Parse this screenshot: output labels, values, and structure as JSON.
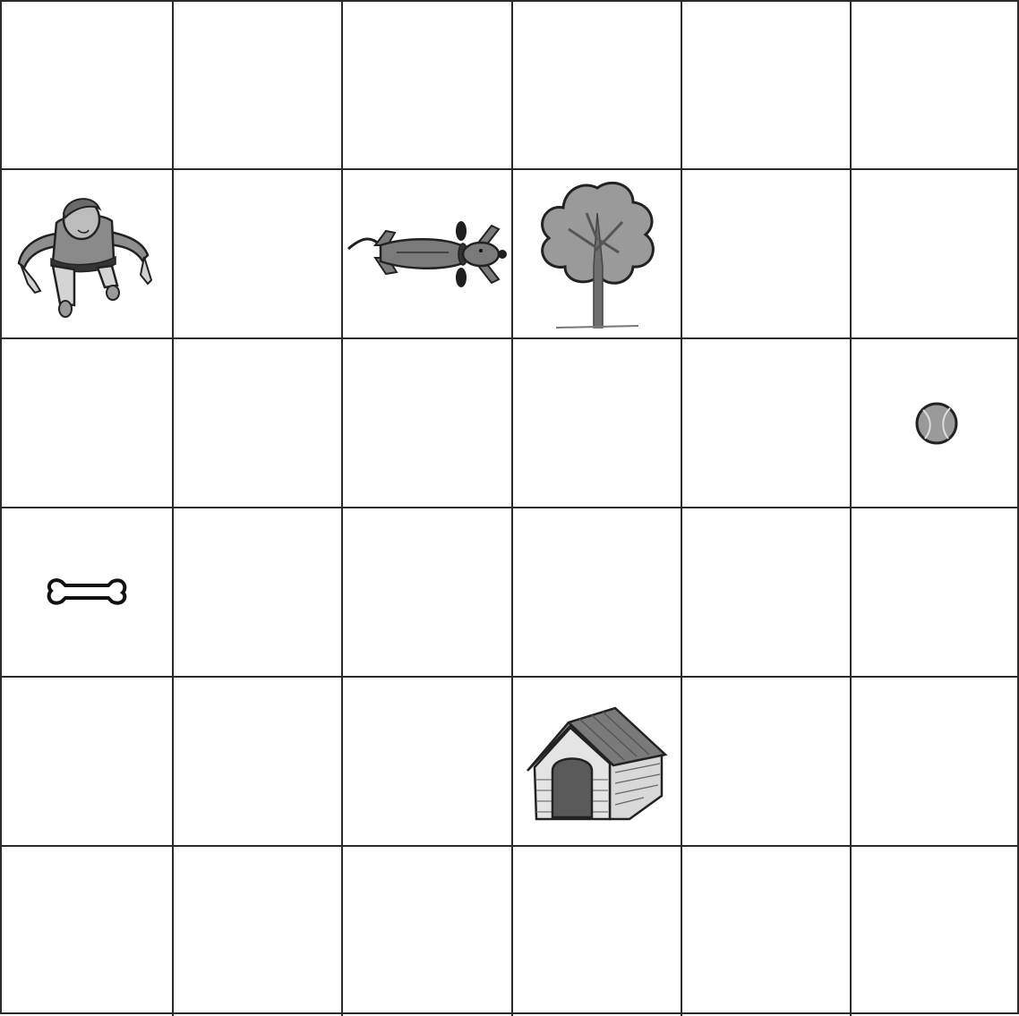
{
  "board": {
    "rows": 6,
    "cols": 6,
    "pieces": [
      {
        "name": "person-icon",
        "row": 1,
        "col": 0,
        "kind": "person"
      },
      {
        "name": "dog-icon",
        "row": 1,
        "col": 2,
        "kind": "dog"
      },
      {
        "name": "tree-icon",
        "row": 1,
        "col": 3,
        "kind": "tree"
      },
      {
        "name": "ball-icon",
        "row": 2,
        "col": 5,
        "kind": "ball"
      },
      {
        "name": "bone-icon",
        "row": 3,
        "col": 0,
        "kind": "bone"
      },
      {
        "name": "doghouse-icon",
        "row": 4,
        "col": 3,
        "kind": "doghouse"
      }
    ]
  },
  "colors": {
    "grid_line": "#2a2a2a",
    "background": "#ffffff",
    "fill_dark": "#6a6a6a",
    "fill_mid": "#9a9a9a",
    "fill_light": "#d6d6d6"
  }
}
